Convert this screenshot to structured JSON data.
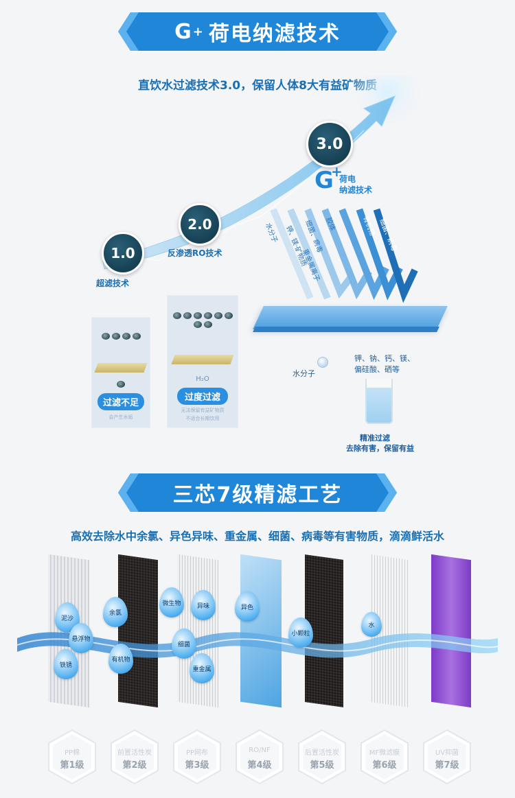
{
  "section1": {
    "banner_brand": "G",
    "banner_brand_sup": "+",
    "banner_title": "荷电纳滤技术",
    "subtitle": "直饮水过滤技术3.0，保留人体8大有益矿物质",
    "stages": [
      {
        "number": "1.0",
        "label": "超滤技术"
      },
      {
        "number": "2.0",
        "label": "反渗透RO技术"
      },
      {
        "number": "3.0",
        "label": ""
      }
    ],
    "logo": {
      "brand": "G",
      "sup": "+",
      "line1": "荷电",
      "line2": "纳滤技术"
    },
    "panel_left": {
      "button": "过滤不足",
      "caption": "会产生水垢"
    },
    "panel_right": {
      "formula": "H₂O",
      "button": "过度过滤",
      "caption1": "无法保留有益矿物质",
      "caption2": "不适合长期饮用"
    },
    "bands": [
      "水分子",
      "钾、镁·矿物质",
      "细菌、病毒",
      "胶体",
      "重金属离子",
      "有机物",
      "细菌、病毒"
    ],
    "water_molecule_label": "水分子",
    "minerals_label_1": "钾、钠、钙、镁、",
    "minerals_label_2": "偏硅酸、硒等",
    "result_line1": "精准过滤",
    "result_line2": "去除有害，保留有益"
  },
  "section2": {
    "banner_title": "三芯7级精滤工艺",
    "subtitle": "高效去除水中余氯、异色异味、重金属、细菌、病毒等有害物质，滴滴鲜活水",
    "drops": [
      "泥沙",
      "悬浮物",
      "铁锈",
      "余氯",
      "有机物",
      "微生物",
      "细菌",
      "异味",
      "重金属",
      "异色",
      "小颗粒",
      "水"
    ],
    "stages": [
      {
        "name": "PP棉",
        "level": "第1级"
      },
      {
        "name": "前置活性炭",
        "level": "第2级"
      },
      {
        "name": "PP网布",
        "level": "第3级"
      },
      {
        "name": "RO/NF",
        "level": "第4级"
      },
      {
        "name": "后置活性炭",
        "level": "第5级"
      },
      {
        "name": "MF微滤膜",
        "level": "第6级"
      },
      {
        "name": "UV抑菌",
        "level": "第7级"
      }
    ]
  },
  "colors": {
    "brand_blue": "#1f86d8",
    "dark_stage": "#0f3444",
    "text_blue": "#1a6fb3"
  }
}
